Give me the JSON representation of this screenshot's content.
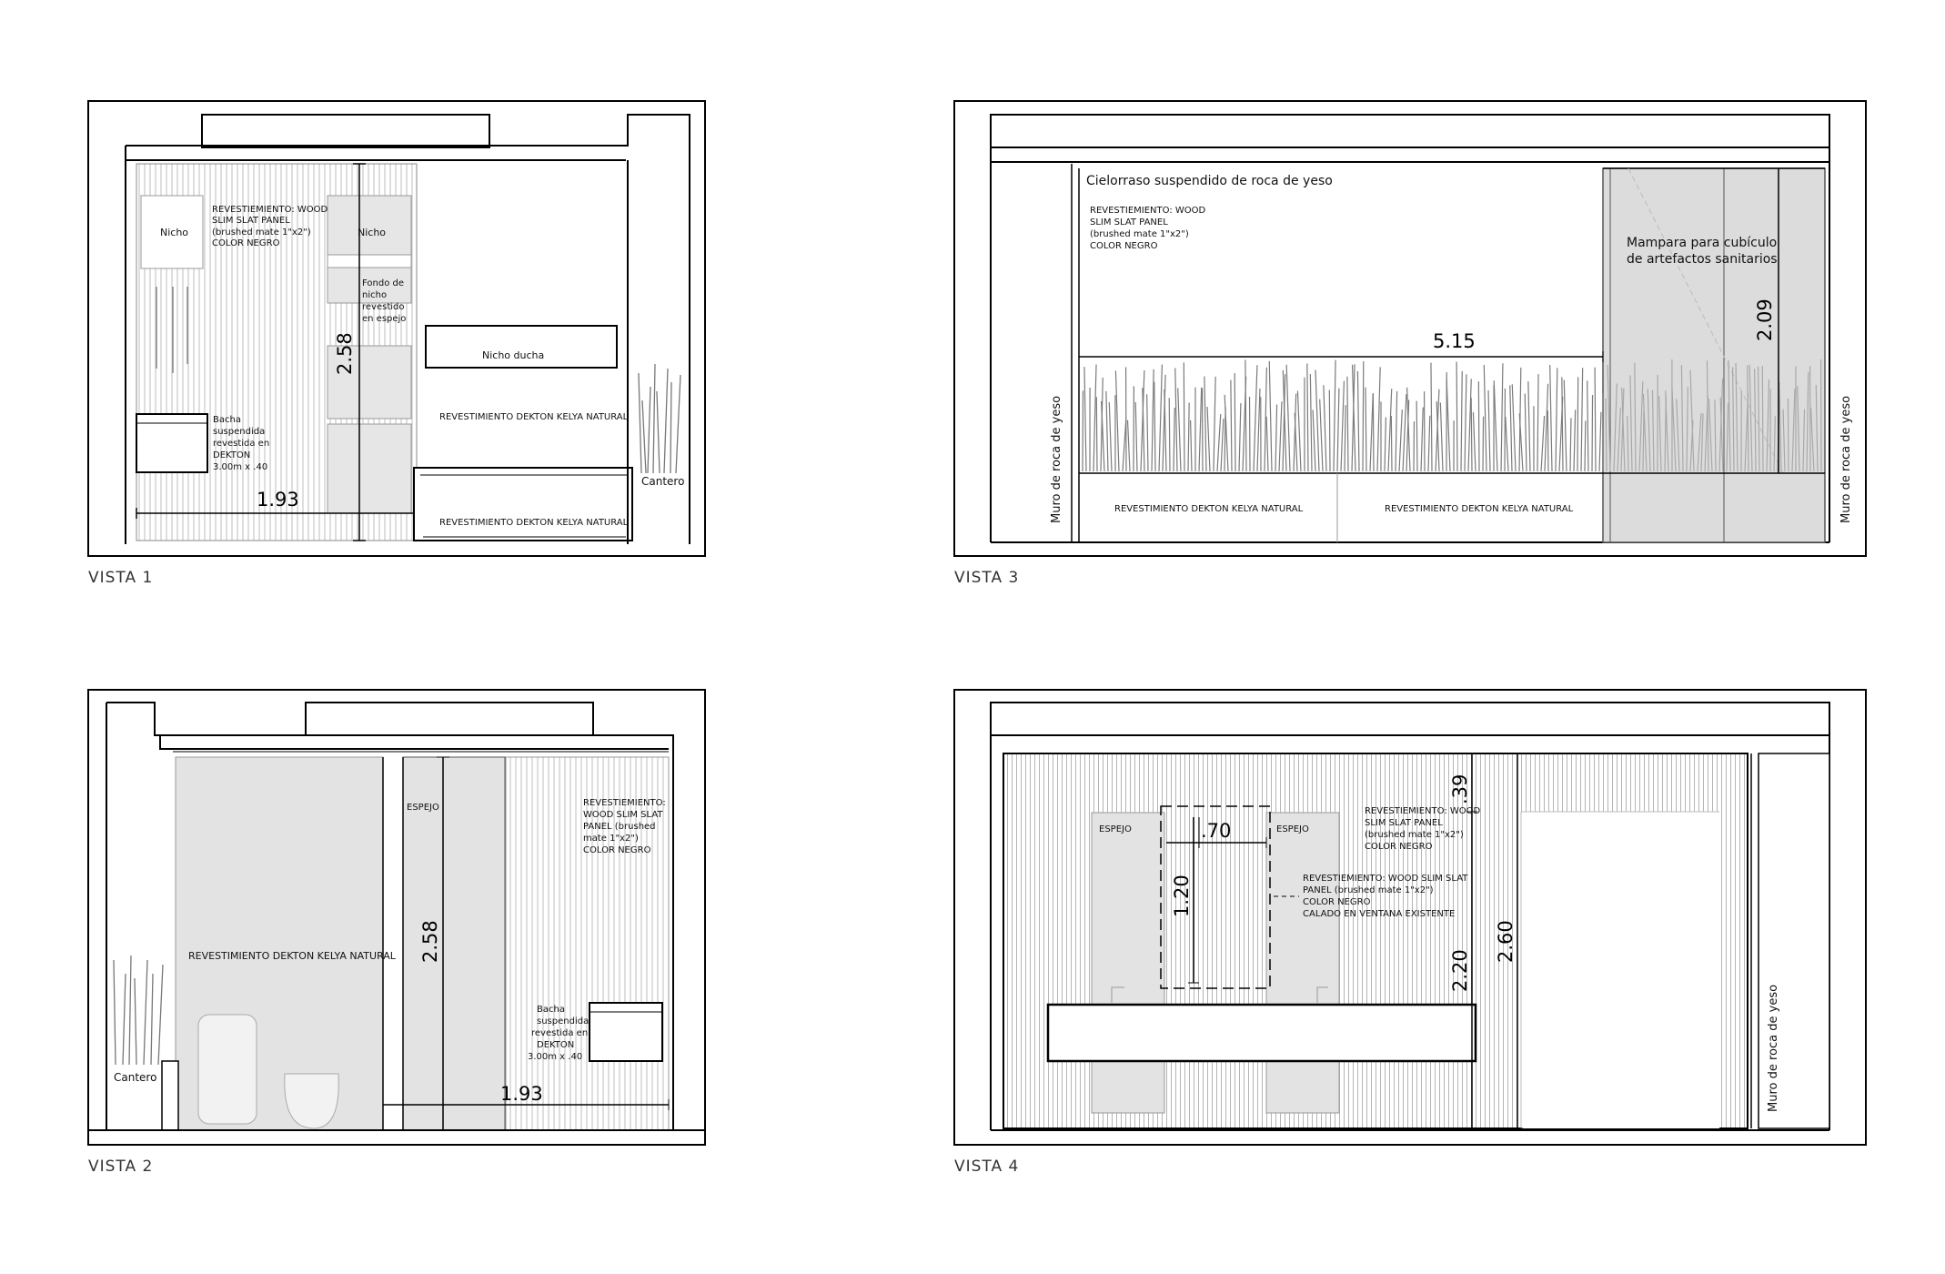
{
  "views": {
    "v1": {
      "title": "VISTA 1",
      "notes": {
        "nicho_left": "Nicho",
        "nicho_right": "Nicho",
        "revest": [
          "REVESTIEMIENTO: WOOD",
          "SLIM SLAT PANEL",
          "(brushed mate 1\"x2\")",
          "COLOR NEGRO"
        ],
        "fondo": [
          "Fondo de",
          "nicho",
          "revestido",
          "en espejo"
        ],
        "nicho_ducha": "Nicho ducha",
        "dekton_upper": "REVESTIMIENTO DEKTON KELYA NATURAL",
        "dekton_lower": "REVESTIMIENTO DEKTON KELYA NATURAL",
        "bacha": [
          "Bacha",
          "suspendida",
          "revestida en",
          "DEKTON",
          "3.00m  x  .40"
        ],
        "cantero": "Cantero"
      },
      "dims": {
        "width": "1.93",
        "height": "2.58"
      }
    },
    "v2": {
      "title": "VISTA 2",
      "notes": {
        "dekton": "REVESTIMIENTO DEKTON KELYA NATURAL",
        "espejo": "ESPEJO",
        "revest": [
          "REVESTIEMIENTO:",
          "WOOD SLIM SLAT",
          "PANEL  (brushed",
          "mate  1\"x2\")",
          "COLOR  NEGRO"
        ],
        "bacha": [
          "Bacha",
          "suspendida",
          "revestida  en",
          "DEKTON",
          "3.00m  x  .40"
        ],
        "cantero": "Cantero"
      },
      "dims": {
        "height": "2.58",
        "width": "1.93"
      }
    },
    "v3": {
      "title": "VISTA 3",
      "notes": {
        "cielorraso": "Cielorraso  suspendido  de  roca  de  yeso",
        "revest": [
          "REVESTIEMIENTO: WOOD",
          "SLIM SLAT PANEL",
          "(brushed mate 1\"x2\")",
          "COLOR NEGRO"
        ],
        "mampara": [
          "Mampara  para  cubículo",
          "de  artefactos  sanitarios"
        ],
        "muro_left": "Muro  de  roca  de  yeso",
        "muro_right": "Muro  de  roca  de  yeso",
        "dekton_a": "REVESTIMIENTO DEKTON KELYA NATURAL",
        "dekton_b": "REVESTIMIENTO DEKTON KELYA NATURAL"
      },
      "dims": {
        "width": "5.15",
        "height": "2.09"
      }
    },
    "v4": {
      "title": "VISTA 4",
      "notes": {
        "espejo_left": "ESPEJO",
        "espejo_right": "ESPEJO",
        "revest_top": [
          "REVESTIEMIENTO: WOOD",
          "SLIM SLAT PANEL",
          "(brushed mate 1\"x2\")",
          "COLOR NEGRO"
        ],
        "revest_mid": [
          "REVESTIEMIENTO: WOOD SLIM SLAT",
          "PANEL (brushed mate 1\"x2\")",
          "COLOR NEGRO",
          "CALADO EN VENTANA EXISTENTE"
        ],
        "muro": "Muro  de  roca  de  yeso"
      },
      "dims": {
        "top": ".39",
        "window_w": ".70",
        "window_h": "1.20",
        "h220": "2.20",
        "h260": "2.60"
      }
    }
  }
}
